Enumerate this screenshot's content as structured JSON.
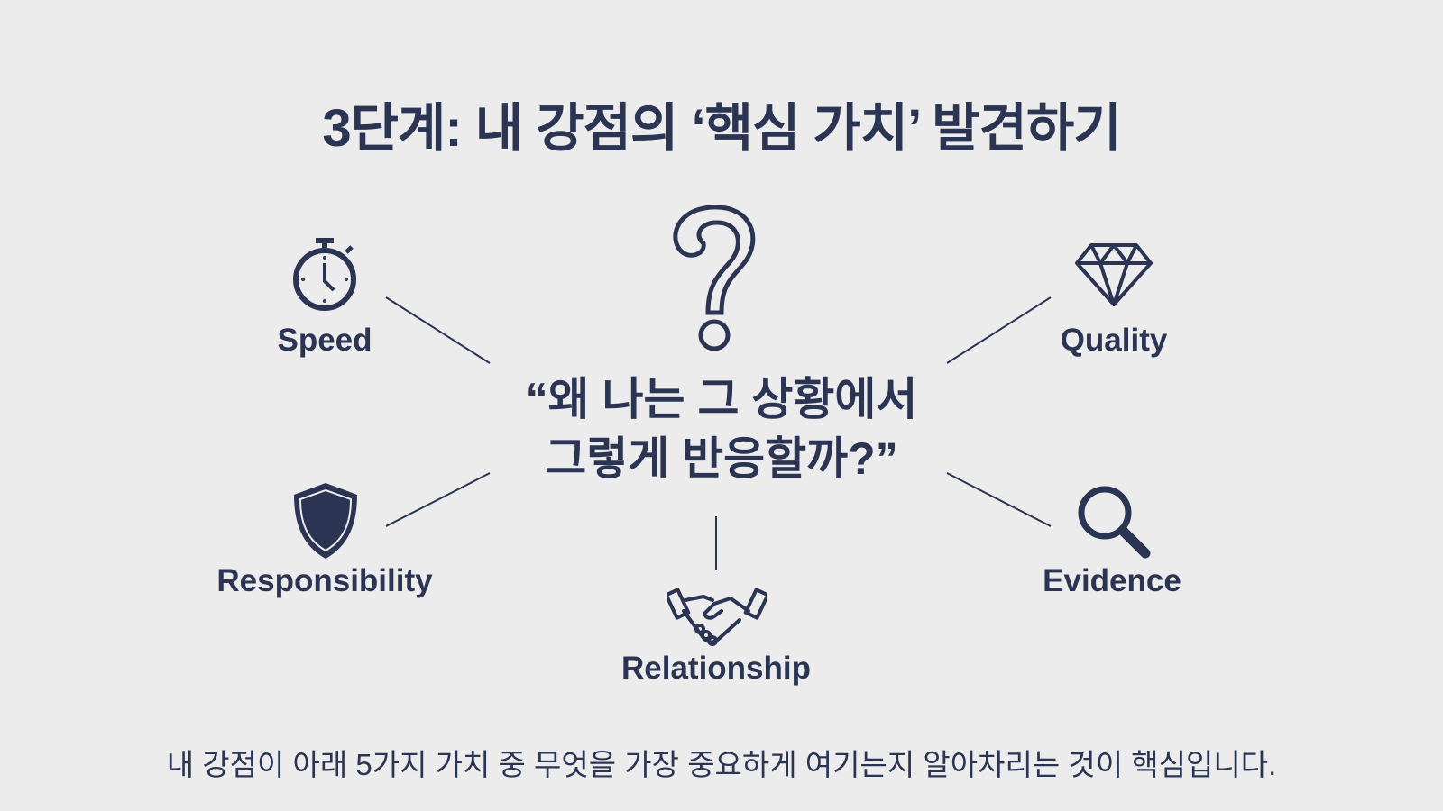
{
  "title": "3단계: 내 강점의 ‘핵심 가치’ 발견하기",
  "center": {
    "line1": "“왜 나는 그 상황에서",
    "line2": "그렇게 반응할까?”"
  },
  "values": [
    {
      "label": "Speed",
      "icon": "stopwatch-icon"
    },
    {
      "label": "Quality",
      "icon": "diamond-icon"
    },
    {
      "label": "Responsibility",
      "icon": "shield-icon"
    },
    {
      "label": "Evidence",
      "icon": "magnifier-icon"
    },
    {
      "label": "Relationship",
      "icon": "handshake-icon"
    }
  ],
  "footer": "내 강점이 아래 5가지 가치 중 무엇을 가장 중요하게 여기는지 알아차리는 것이 핵심입니다.",
  "colors": {
    "navy": "#2b3553",
    "background": "#ececec"
  }
}
